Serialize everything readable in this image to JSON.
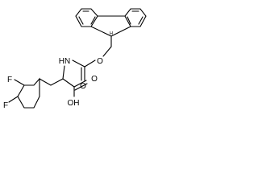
{
  "structure": {
    "atoms": {
      "fluorine_top": "F",
      "fluorine_bottom": "F",
      "nh": "HN",
      "carbonyl_o": "O",
      "carboxyl_o": "O",
      "carboxyl_oh": "OH",
      "ester_o": "O",
      "stereo_mark": "H"
    }
  }
}
